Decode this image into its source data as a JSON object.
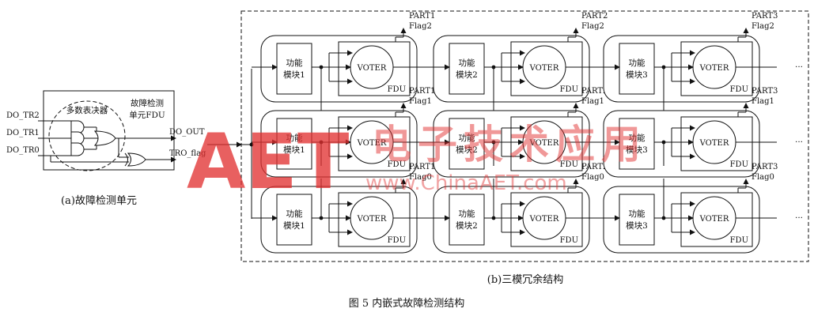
{
  "figure": {
    "caption": "图 5   内嵌式故障检测结构",
    "left_panel_caption": "(a)故障检测单元",
    "right_panel_caption": "(b)三模冗余结构"
  },
  "fdu_panel": {
    "inputs": [
      "DO_TR2",
      "DO_TR1",
      "DO_TR0"
    ],
    "voter_label": "多数表决器",
    "fdu_title_line1": "故障检测",
    "fdu_title_line2": "单元FDU",
    "outputs": [
      "DO_OUT",
      "TRO_flag"
    ]
  },
  "tmr": {
    "voter_label": "VOTER",
    "fdu_tag": "FDU",
    "ellipsis": "···",
    "stages": [
      {
        "module_line1": "功能",
        "module_line2": "模块1",
        "part": "PART1"
      },
      {
        "module_line1": "功能",
        "module_line2": "模块2",
        "part": "PART2"
      },
      {
        "module_line1": "功能",
        "module_line2": "模块3",
        "part": "PART3"
      }
    ],
    "flags": [
      "Flag2",
      "Flag1",
      "Flag0"
    ]
  },
  "watermark": {
    "logo_text": "AET",
    "site_cn": "电子技术应用",
    "url": "www.ChinaAET.com",
    "color": "#e03030"
  }
}
